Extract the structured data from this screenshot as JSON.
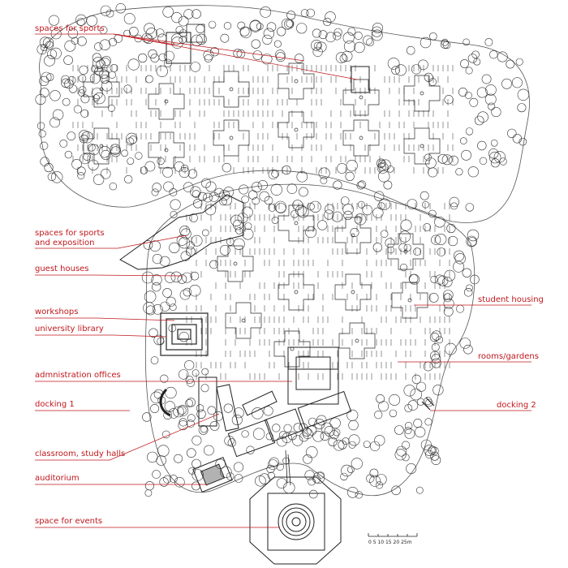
{
  "labels": {
    "spaces_for_sports": "spaces for sports",
    "spaces_for_sports_exposition_1": "spaces for sports",
    "spaces_for_sports_exposition_2": "and exposition",
    "guest_houses": "guest houses",
    "workshops": "workshops",
    "university_library": "university library",
    "administration_offices": "admnistration offices",
    "docking_1": "docking 1",
    "classroom_study_halls": "classroom, study halls",
    "auditorium": "auditorium",
    "space_for_events": "space for events",
    "student_housing": "student housing",
    "rooms_gardens": "rooms/gardens",
    "docking_2": "docking 2"
  },
  "scale_bar": {
    "text": "0  5  10 15 20 25m"
  },
  "colors": {
    "label": "#c0171c",
    "line": "#c0171c",
    "ink": "#2a2a2a",
    "background": "#ffffff"
  }
}
